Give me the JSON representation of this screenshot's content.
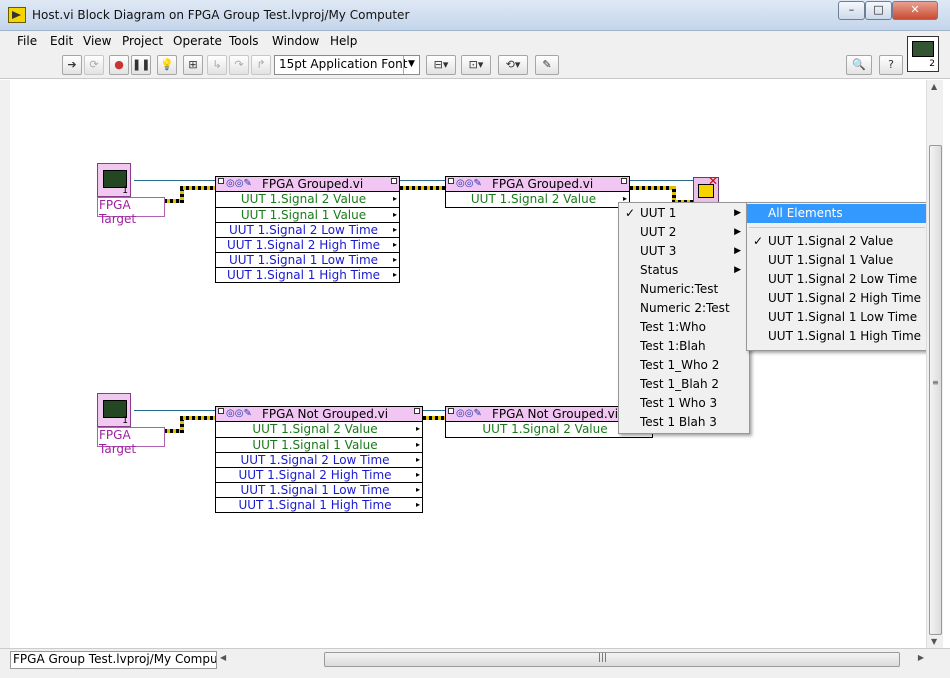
{
  "window": {
    "title": "Host.vi Block Diagram on FPGA Group Test.lvproj/My Computer",
    "minimize": "–",
    "maximize": "□",
    "close": "✕"
  },
  "menubar": [
    "File",
    "Edit",
    "View",
    "Project",
    "Operate",
    "Tools",
    "Window",
    "Help"
  ],
  "toolbar": {
    "font": "15pt Application Font",
    "icon_number": "2"
  },
  "diagram": {
    "top_target": {
      "label": "FPGA Target",
      "num": "1"
    },
    "bottom_target": {
      "label": "FPGA Target",
      "num": "1"
    },
    "node_grouped_1": {
      "title": "FPGA Grouped.vi",
      "rows": [
        {
          "text": "UUT 1.Signal 2 Value",
          "color": "green"
        },
        {
          "text": "UUT 1.Signal 1 Value",
          "color": "green"
        },
        {
          "text": "UUT 1.Signal 2 Low Time",
          "color": "blue"
        },
        {
          "text": "UUT 1.Signal 2 High Time",
          "color": "blue"
        },
        {
          "text": "UUT 1.Signal 1 Low Time",
          "color": "blue"
        },
        {
          "text": "UUT 1.Signal 1 High Time",
          "color": "blue"
        }
      ]
    },
    "node_grouped_2": {
      "title": "FPGA Grouped.vi",
      "rows": [
        {
          "text": "UUT 1.Signal 2 Value",
          "color": "green"
        }
      ]
    },
    "node_notgrouped_1": {
      "title": "FPGA Not Grouped.vi",
      "rows": [
        {
          "text": "UUT 1.Signal 2 Value",
          "color": "green"
        },
        {
          "text": "UUT 1.Signal 1 Value",
          "color": "green"
        },
        {
          "text": "UUT 1.Signal 2 Low Time",
          "color": "blue"
        },
        {
          "text": "UUT 1.Signal 2 High Time",
          "color": "blue"
        },
        {
          "text": "UUT 1.Signal 1 Low Time",
          "color": "blue"
        },
        {
          "text": "UUT 1.Signal 1 High Time",
          "color": "blue"
        }
      ]
    },
    "node_notgrouped_2": {
      "title": "FPGA Not Grouped.vi",
      "rows": [
        {
          "text": "UUT 1.Signal 2 Value",
          "color": "green"
        }
      ]
    }
  },
  "context_menu": {
    "items": [
      {
        "label": "UUT 1",
        "checked": true,
        "submenu": true
      },
      {
        "label": "UUT 2",
        "checked": false,
        "submenu": true
      },
      {
        "label": "UUT 3",
        "checked": false,
        "submenu": true
      },
      {
        "label": "Status",
        "checked": false,
        "submenu": true
      },
      {
        "label": "Numeric:Test"
      },
      {
        "label": "Numeric 2:Test"
      },
      {
        "label": "Test 1:Who"
      },
      {
        "label": "Test 1:Blah"
      },
      {
        "label": "Test 1_Who 2"
      },
      {
        "label": "Test 1_Blah 2"
      },
      {
        "label": "Test 1 Who 3"
      },
      {
        "label": "Test 1 Blah 3"
      }
    ]
  },
  "submenu": {
    "all_elements": "All Elements",
    "items": [
      {
        "label": "UUT 1.Signal 2 Value",
        "checked": true
      },
      {
        "label": "UUT 1.Signal 1 Value"
      },
      {
        "label": "UUT 1.Signal 2 Low Time"
      },
      {
        "label": "UUT 1.Signal 2 High Time"
      },
      {
        "label": "UUT 1.Signal 1 Low Time"
      },
      {
        "label": "UUT 1.Signal 1 High Time"
      }
    ]
  },
  "status": {
    "path": "FPGA Group Test.lvproj/My Computer"
  }
}
